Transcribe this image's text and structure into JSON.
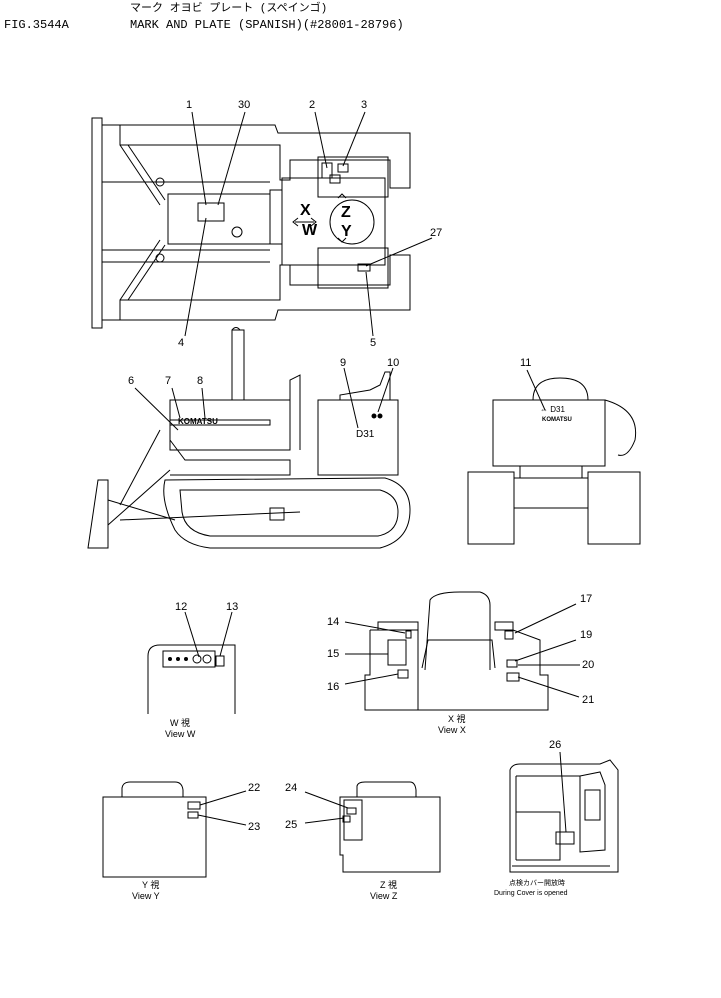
{
  "header": {
    "fig": "FIG.3544A",
    "title_jp": "マーク オヨビ プレート (スペインゴ)",
    "title": "MARK AND PLATE (SPANISH)(#28001-28796)"
  },
  "view_marks": {
    "x": "X",
    "w": "W",
    "z": "Z",
    "y": "Y"
  },
  "callouts": {
    "n1": "1",
    "n30": "30",
    "n2": "2",
    "n3": "3",
    "n27": "27",
    "n4": "4",
    "n5": "5",
    "n6": "6",
    "n7": "7",
    "n8": "8",
    "n9": "9",
    "n10": "10",
    "n11": "11",
    "n12": "12",
    "n13": "13",
    "n14": "14",
    "n15": "15",
    "n16": "16",
    "n17": "17",
    "n19": "19",
    "n20": "20",
    "n21": "21",
    "n22": "22",
    "n23": "23",
    "n24": "24",
    "n25": "25",
    "n26": "26"
  },
  "decals": {
    "komatsu": "KOMATSU",
    "model": "D31",
    "model_arrow": "⇔ D31"
  },
  "captions": {
    "w_jp": "W 視",
    "w": "View  W",
    "x_jp": "X 視",
    "x": "View  X",
    "y_jp": "Y 視",
    "y": "View  Y",
    "z_jp": "Z 視",
    "z": "View  Z",
    "cover_jp": "点検カバー開放時",
    "cover": "During Cover is opened"
  }
}
